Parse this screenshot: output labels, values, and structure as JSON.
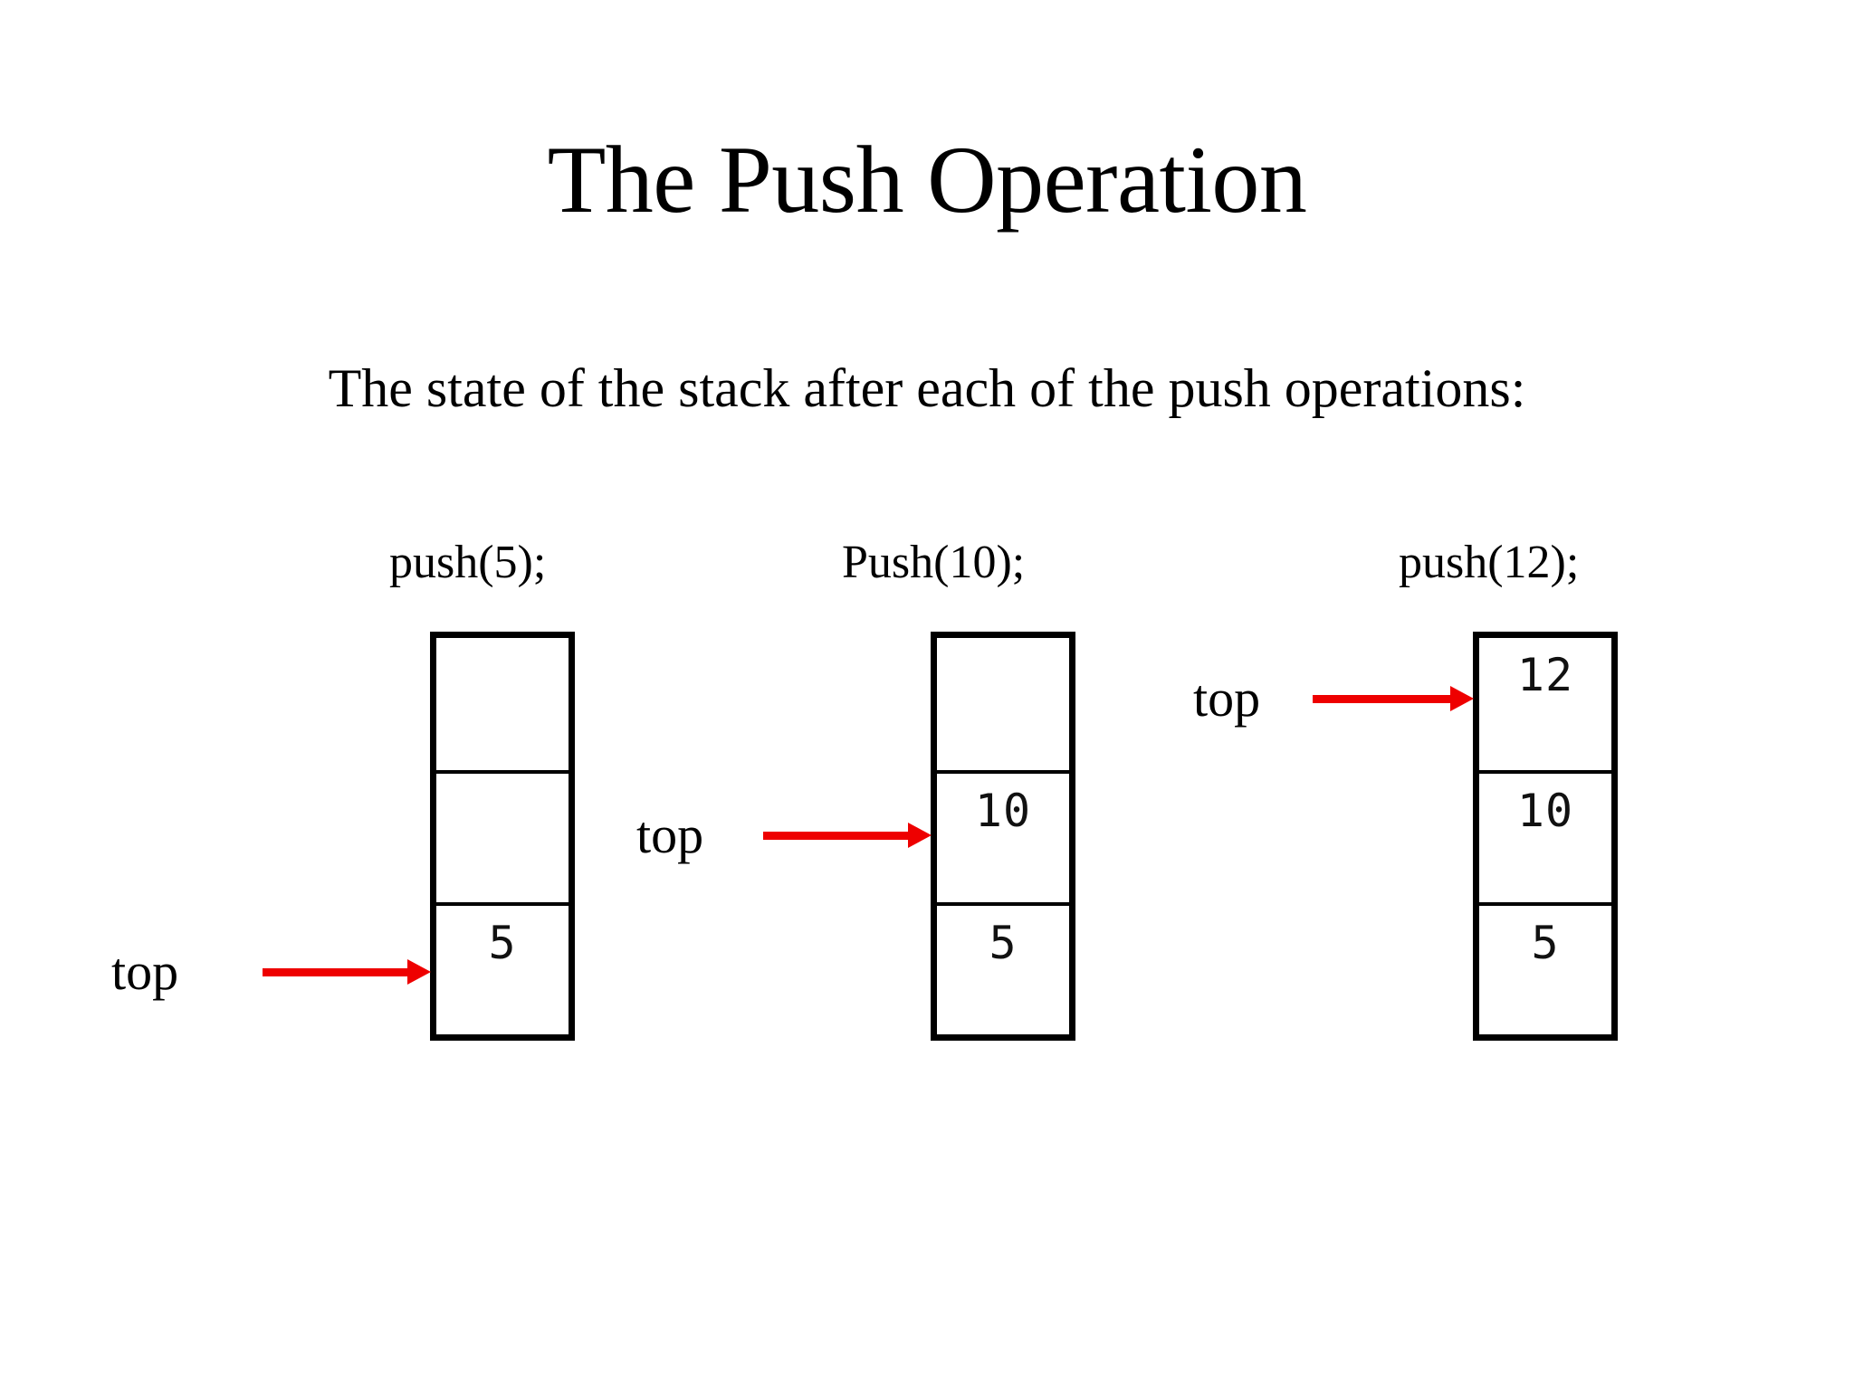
{
  "slide": {
    "title": "The Push Operation",
    "subtitle": "The state of the stack after each of the push operations:",
    "background_color": "#ffffff",
    "text_color": "#000000",
    "arrow_color": "#ee0000"
  },
  "pointer_label": "top",
  "stacks": [
    {
      "operation_label": "push(5);",
      "cells": [
        "",
        "",
        "5"
      ],
      "top_index": 2,
      "pointer": {
        "label": "top"
      }
    },
    {
      "operation_label": "Push(10);",
      "cells": [
        "",
        "10",
        "5"
      ],
      "top_index": 1,
      "pointer": {
        "label": "top"
      }
    },
    {
      "operation_label": "push(12);",
      "cells": [
        "12",
        "10",
        "5"
      ],
      "top_index": 0,
      "pointer": {
        "label": "top"
      }
    }
  ]
}
